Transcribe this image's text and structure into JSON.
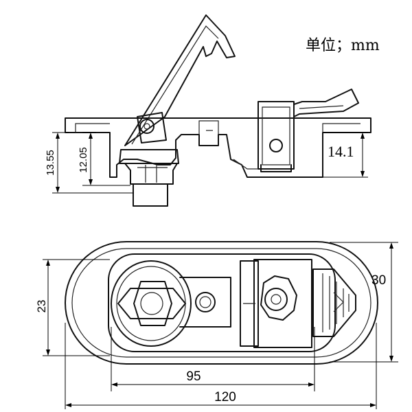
{
  "unit_label": "单位；mm",
  "dimensions": {
    "side_height_outer": "13.55",
    "side_height_inner": "12.05",
    "side_step": "14.1",
    "top_height_inner": "23",
    "top_height_outer": "30",
    "hole_spacing": "95",
    "total_length": "120"
  }
}
